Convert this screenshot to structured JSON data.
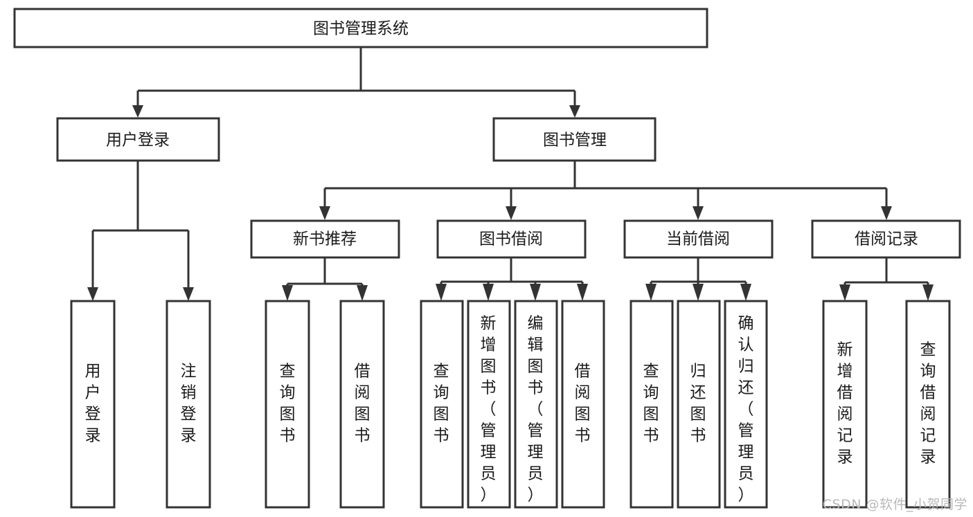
{
  "diagram": {
    "type": "tree-hierarchy-flowchart",
    "title": "图书管理系统",
    "root": {
      "id": "root",
      "label": "图书管理系统",
      "level": 1
    },
    "level2": [
      {
        "id": "user-login",
        "label": "用户登录"
      },
      {
        "id": "book-management",
        "label": "图书管理"
      }
    ],
    "level3": [
      {
        "id": "new-book-recommend",
        "label": "新书推荐",
        "parent": "book-management"
      },
      {
        "id": "book-borrow",
        "label": "图书借阅",
        "parent": "book-management"
      },
      {
        "id": "current-borrow",
        "label": "当前借阅",
        "parent": "book-management"
      },
      {
        "id": "borrow-record",
        "label": "借阅记录",
        "parent": "book-management"
      }
    ],
    "leaves": [
      {
        "id": "leaf-user-login",
        "label": "用户登录",
        "parent": "user-login"
      },
      {
        "id": "leaf-logout-login",
        "label": "注销登录",
        "parent": "user-login"
      },
      {
        "id": "leaf-query-book-1",
        "label": "查询图书",
        "parent": "new-book-recommend"
      },
      {
        "id": "leaf-borrow-book-1",
        "label": "借阅图书",
        "parent": "new-book-recommend"
      },
      {
        "id": "leaf-query-book-2",
        "label": "查询图书",
        "parent": "book-borrow"
      },
      {
        "id": "leaf-add-book",
        "label": "新增图书（管理员）",
        "parent": "book-borrow"
      },
      {
        "id": "leaf-edit-book",
        "label": "编辑图书（管理员）",
        "parent": "book-borrow"
      },
      {
        "id": "leaf-borrow-book-2",
        "label": "借阅图书",
        "parent": "book-borrow"
      },
      {
        "id": "leaf-query-book-3",
        "label": "查询图书",
        "parent": "current-borrow"
      },
      {
        "id": "leaf-return-book",
        "label": "归还图书",
        "parent": "current-borrow"
      },
      {
        "id": "leaf-confirm-return",
        "label": "确认归还（管理员）",
        "parent": "current-borrow"
      },
      {
        "id": "leaf-add-record",
        "label": "新增借阅记录",
        "parent": "borrow-record"
      },
      {
        "id": "leaf-query-record",
        "label": "查询借阅记录",
        "parent": "borrow-record"
      }
    ],
    "colors": {
      "stroke": "#333333",
      "fill": "#ffffff",
      "text": "#1a1a1a",
      "watermark": "#b9b9b9",
      "background": "#ffffff"
    }
  },
  "watermark": {
    "text": "CSDN @软件_小贺同学"
  }
}
